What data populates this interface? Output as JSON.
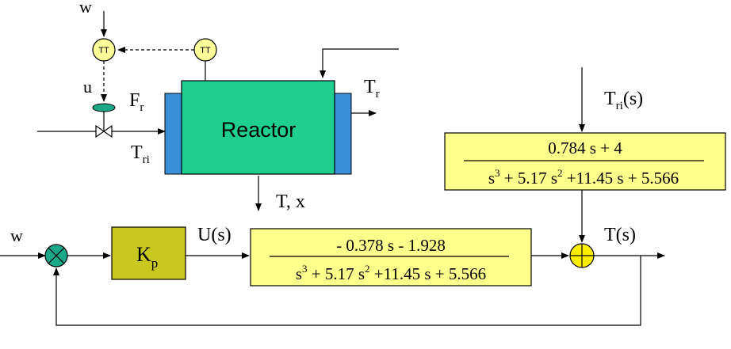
{
  "colors": {
    "reactor": "#1fcf8f",
    "jacket": "#3a8fd8",
    "tf_box": "#ffff8c",
    "gain_box": "#c8c81e",
    "instrument": "#ffff99",
    "comparator": "#1aa889",
    "sum": "#ffee00",
    "valve_actuator": "#1aa889"
  },
  "process": {
    "disturbance_label": "w",
    "tt_left_label": "TT",
    "tt_right_label": "TT",
    "manipulated_label": "u",
    "flow_label_main": "F",
    "flow_label_sub": "r",
    "inlet_temp_main": "T",
    "inlet_temp_sub": "ri",
    "reactor_label": "Reactor",
    "outlet_temp_main": "T",
    "outlet_temp_sub": "r",
    "product_label": "T, x"
  },
  "block_diagram": {
    "input_label": "w",
    "gain_main": "K",
    "gain_sub": "p",
    "u_label": "U(s)",
    "tf1": {
      "numerator": "- 0.378 s - 1.928",
      "den_s3": "s",
      "den_s3_exp": "3",
      "den_mid": "+ 5.17 s",
      "den_mid_exp": "2",
      "den_end": "+11.45 s + 5.566"
    },
    "tri_label_main": "T",
    "tri_label_sub": "ri",
    "tri_label_end": "(s)",
    "tf2": {
      "numerator": "0.784 s + 4",
      "den_s3": "s",
      "den_s3_exp": "3",
      "den_mid": "+ 5.17 s",
      "den_mid_exp": "2",
      "den_end": "+11.45 s + 5.566"
    },
    "output_label": "T(s)"
  }
}
